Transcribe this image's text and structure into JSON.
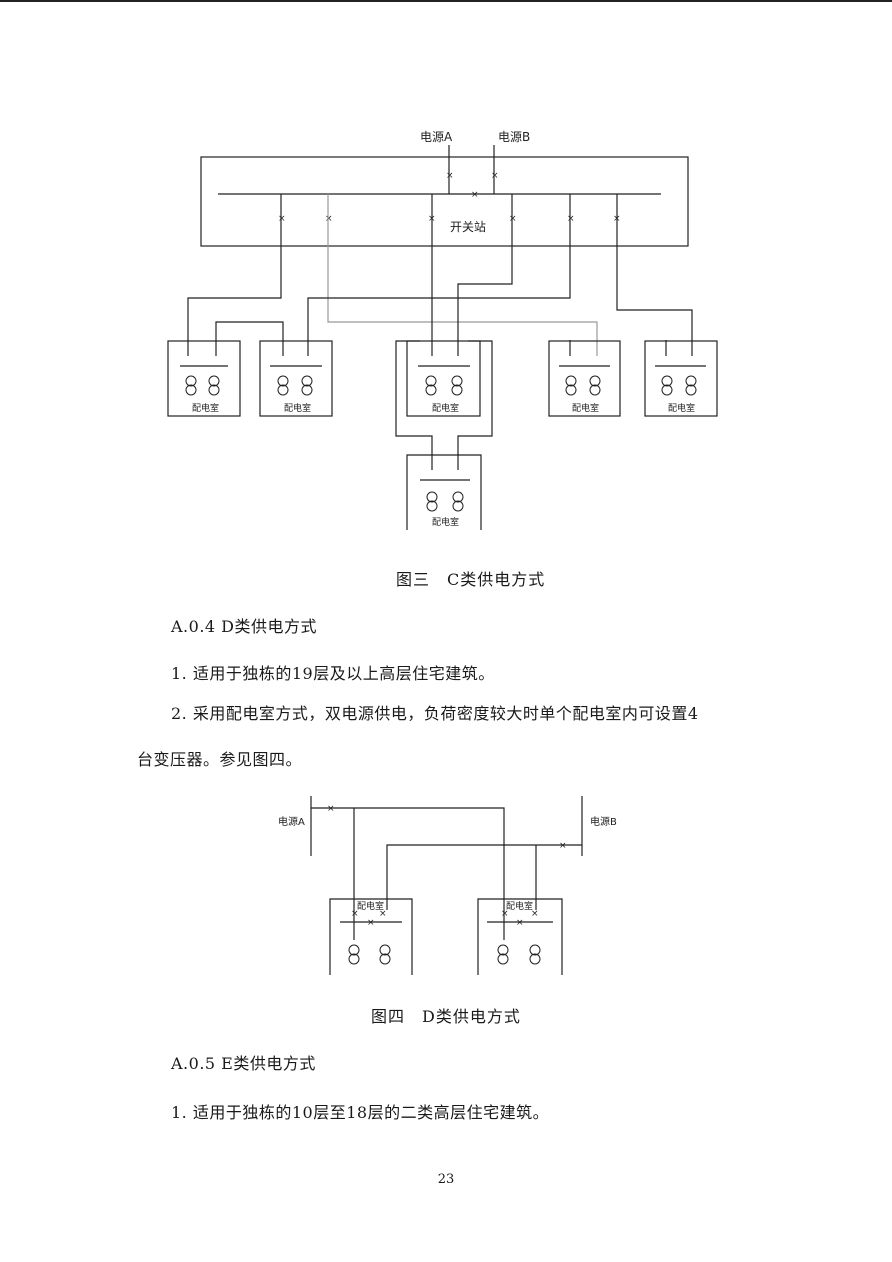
{
  "figure3": {
    "source_a": "电源A",
    "source_b": "电源B",
    "station": "开关站",
    "room": "配电室",
    "caption": "图三　C类供电方式"
  },
  "section_a04": {
    "heading": "A.0.4 D类供电方式",
    "item1": "1. 适用于独栋的19层及以上高层住宅建筑。",
    "item2_line1": "2. 采用配电室方式，双电源供电，负荷密度较大时单个配电室内可设置4",
    "item2_line2": "台变压器。参见图四。"
  },
  "figure4": {
    "source_a": "电源A",
    "source_b": "电源B",
    "room": "配电室",
    "caption": "图四　D类供电方式"
  },
  "section_a05": {
    "heading": "A.0.5 E类供电方式",
    "item1": "1. 适用于独栋的10层至18层的二类高层住宅建筑。"
  },
  "page_number": "23"
}
